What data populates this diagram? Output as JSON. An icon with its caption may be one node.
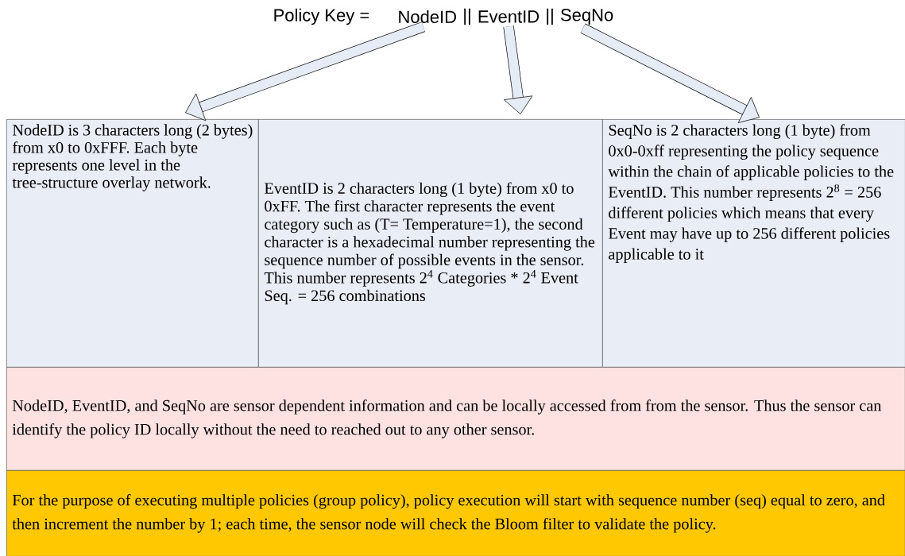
{
  "diagram": {
    "nodes": [
      {
        "text": [
          "NodeID"
        ]
      },
      {
        "text": [
          "EventID"
        ]
      },
      {
        "text": [
          "SeqNo"
        ]
      },
      {
        "text": [
          "NodeID is 3 characters long (2 bytes) from x0 to 0xFFF. Each byte represents one level in the tree-structure overlay network."
        ]
      },
      {
        "text": [
          "EventID is 2 characters long (1 byte) from x0 to 0xFF. The first character represents the event category such as (T= Temperature=1), the second character is a hexadecimal number representing the sequence number of possible events in the sensor. This number represents 2$^{4}$ Categories * 2$^{4}$ Event Seq. = 256 combinations"
        ]
      },
      {
        "text": [
          "SeqNo is 2 characters long (1 byte) from 0x0-0xff representing the policy sequence within the chain of applicable policies to the EventID. This number represents 2$^{8}$ = 256 different policies which means that every Event may have up to 256 different policies applicable to it"
        ]
      },
      {
        "text": [
          "NodeID, EventID, and SeqNo  are sensor dependent information and can be locally accessed from from the sensor. Thus the sensor can identify the policy ID locally without the need to reached out to any other sensor."
        ]
      },
      {
        "text": [
          "For the purpose of executing multiple policies (group policy), policy execution will start with sequence number (seq) equal to zero, and then increment the number by 1; each time, the sensor node will check the Bloom filter to validate the policy."
        ]
      }
    ],
    "edges": [
      {
        "from": 0,
        "to": 3,
        "arrow": "to"
      },
      {
        "from": 1,
        "to": 4,
        "arrow": "to"
      },
      {
        "from": 2,
        "to": 5,
        "arrow": "to"
      }
    ],
    "labels": [
      "Policy Key =",
      "||",
      "||"
    ]
  }
}
